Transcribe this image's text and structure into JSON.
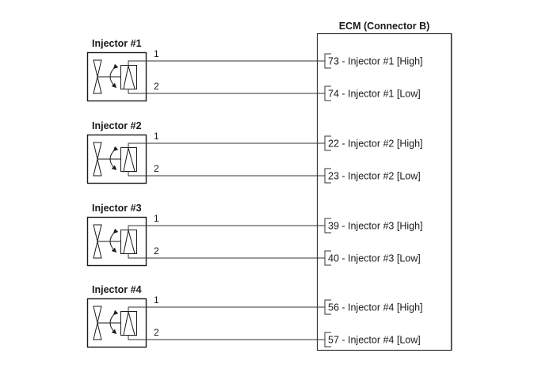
{
  "ecm": {
    "title": "ECM (Connector B)"
  },
  "injectors": [
    {
      "label": "Injector #1",
      "wire_high_num": "1",
      "wire_low_num": "2",
      "high_terminal": "73 - Injector #1 [High]",
      "low_terminal": "74 - Injector #1 [Low]"
    },
    {
      "label": "Injector #2",
      "wire_high_num": "1",
      "wire_low_num": "2",
      "high_terminal": "22 - Injector #2 [High]",
      "low_terminal": "23 - Injector #2 [Low]"
    },
    {
      "label": "Injector #3",
      "wire_high_num": "1",
      "wire_low_num": "2",
      "high_terminal": "39 - Injector #3 [High]",
      "low_terminal": "40 - Injector #3 [Low]"
    },
    {
      "label": "Injector #4",
      "wire_high_num": "1",
      "wire_low_num": "2",
      "high_terminal": "56 - Injector #4 [High]",
      "low_terminal": "57 - Injector #4 [Low]"
    }
  ],
  "icons": {
    "injector_symbol": "solenoid-valve-icon",
    "terminal_symbol": "connector-pin-icon"
  }
}
